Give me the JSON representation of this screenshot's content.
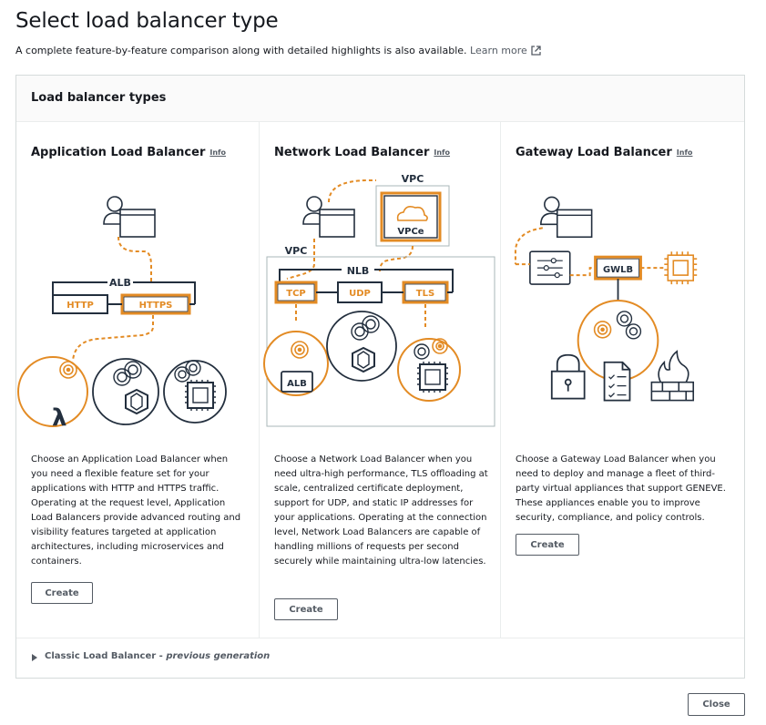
{
  "header": {
    "title": "Select load balancer type",
    "subtitle": "A complete feature-by-feature comparison along with detailed highlights is also available.",
    "learn_more": "Learn more"
  },
  "panel": {
    "title": "Load balancer types"
  },
  "cards": [
    {
      "title": "Application Load Balancer",
      "info": "Info",
      "diagram": {
        "group": "ALB",
        "protocols": [
          "HTTP",
          "HTTPS"
        ]
      },
      "description": "Choose an Application Load Balancer when you need a flexible feature set for your applications with HTTP and HTTPS traffic. Operating at the request level, Application Load Balancers provide advanced routing and visibility features targeted at application architectures, including microservices and containers.",
      "button": "Create"
    },
    {
      "title": "Network Load Balancer",
      "info": "Info",
      "diagram": {
        "vpc_top": "VPC",
        "vpce": "VPCe",
        "vpc": "VPC",
        "group": "NLB",
        "protocols": [
          "TCP",
          "UDP",
          "TLS"
        ],
        "target": "ALB"
      },
      "description": "Choose a Network Load Balancer when you need ultra-high performance, TLS offloading at scale, centralized certificate deployment, support for UDP, and static IP addresses for your applications. Operating at the connection level, Network Load Balancers are capable of handling millions of requests per second securely while maintaining ultra-low latencies.",
      "button": "Create"
    },
    {
      "title": "Gateway Load Balancer",
      "info": "Info",
      "diagram": {
        "group": "GWLB"
      },
      "description": "Choose a Gateway Load Balancer when you need to deploy and manage a fleet of third-party virtual appliances that support GENEVE. These appliances enable you to improve security, compliance, and policy controls.",
      "button": "Create"
    }
  ],
  "classic": {
    "label": "Classic Load Balancer",
    "suffix": "previous generation"
  },
  "footer": {
    "close": "Close"
  },
  "colors": {
    "accent": "#e38b24",
    "dark": "#232f3e",
    "border": "#d5dbdb"
  }
}
